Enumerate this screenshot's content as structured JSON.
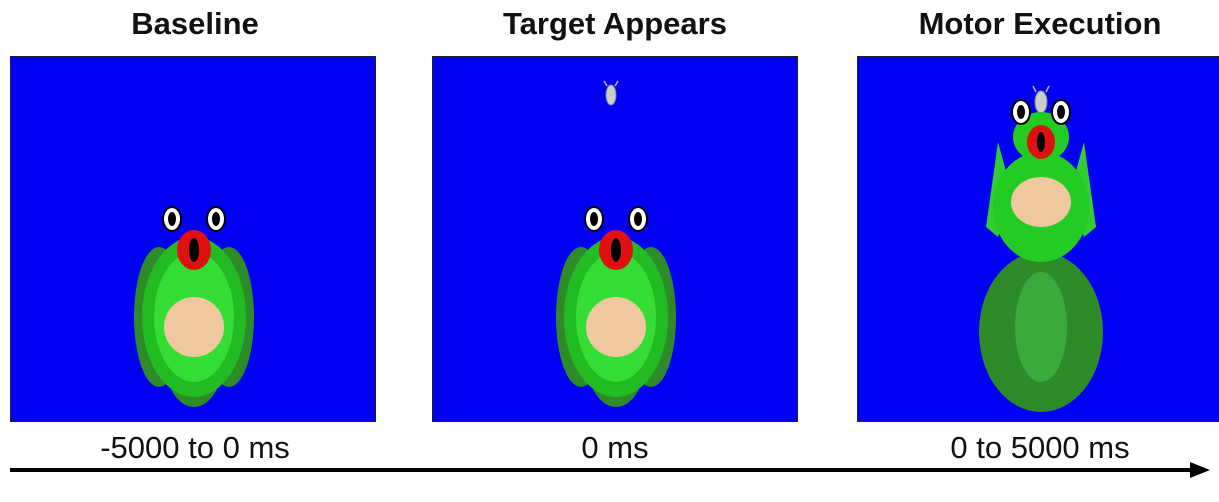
{
  "panels": [
    {
      "title": "Baseline",
      "time": "-5000 to 0 ms"
    },
    {
      "title": "Target Appears",
      "time": "0 ms"
    },
    {
      "title": "Motor Execution",
      "time": "0 to 5000 ms"
    }
  ],
  "colors": {
    "background_box": "#0000f2",
    "frog_dark": "#2e8b2a",
    "frog_light": "#22cc22",
    "belly": "#f0c8a0",
    "mouth": "#e01010"
  },
  "icons": {
    "target": "bug-icon",
    "character": "frog-icon",
    "arrow": "timeline-arrow-icon"
  }
}
